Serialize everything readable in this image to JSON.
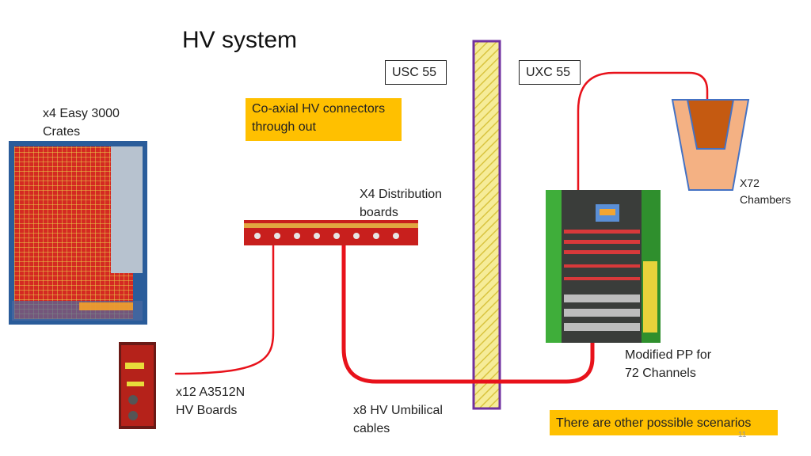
{
  "title": "HV system",
  "zones": {
    "left": "USC 55",
    "right": "UXC 55"
  },
  "labels": {
    "crates": "x4 Easy 3000\nCrates",
    "distribution": "X4 Distribution\nboards",
    "hv_boards": "x12 A3512N\nHV Boards",
    "umbilical": "x8 HV Umbilical\ncables",
    "patch_panel": "Modified PP for\n72 Channels",
    "chambers": "X72\nChambers"
  },
  "notes": {
    "connectors": "Co-axial HV connectors\nthrough out",
    "scenarios": "There are other possible scenarios"
  },
  "page_number": "11",
  "colors": {
    "cable": "#e8121b",
    "note_bg": "#ffc000",
    "wall_border": "#7030a0",
    "wall_fill": "#f2e27a",
    "chamber_outer": "#f4b183",
    "chamber_inner": "#c55a11",
    "chamber_edge": "#4472c4"
  }
}
